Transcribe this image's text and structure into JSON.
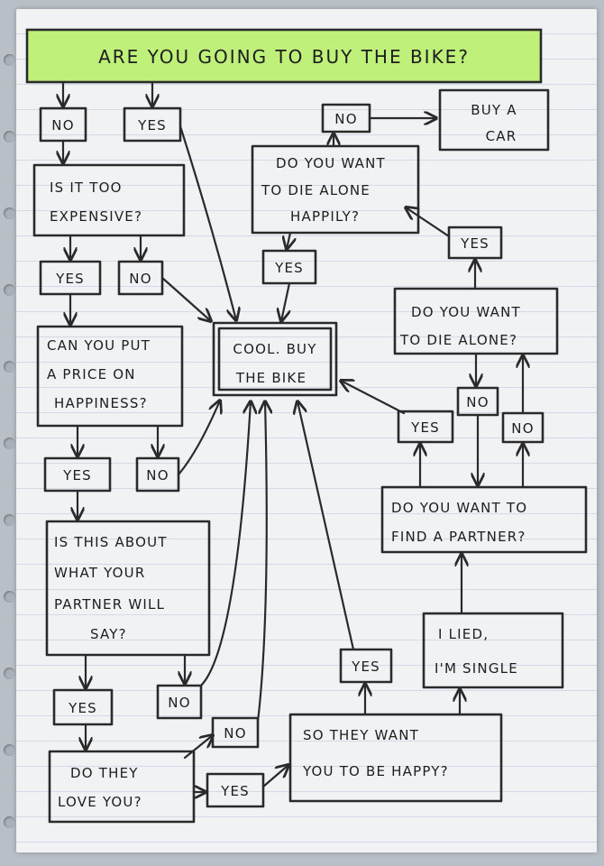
{
  "title": "ARE YOU GOING TO BUY THE BIKE?",
  "nodes": {
    "no_1": "NO",
    "yes_1": "YES",
    "too_expensive": [
      "IS IT TOO",
      "EXPENSIVE?"
    ],
    "yes_2": "YES",
    "no_2": "NO",
    "price_happiness": [
      "CAN YOU PUT",
      "A PRICE ON",
      "HAPPINESS?"
    ],
    "yes_3": "YES",
    "no_3": "NO",
    "about_partner": [
      "IS THIS ABOUT",
      "WHAT YOUR",
      "PARTNER WILL",
      "SAY?"
    ],
    "yes_4": "YES",
    "no_4": "NO",
    "love_you": [
      "DO THEY",
      "LOVE YOU?"
    ],
    "no_5": "NO",
    "yes_5": "YES",
    "buy_bike": [
      "COOL. BUY",
      "THE BIKE"
    ],
    "no_top": "NO",
    "buy_car": [
      "BUY A",
      "CAR"
    ],
    "die_alone_happily": [
      "DO YOU WANT",
      "TO DIE ALONE",
      "HAPPILY?"
    ],
    "yes_happily": "YES",
    "yes_right": "YES",
    "die_alone": [
      "DO YOU WANT",
      "TO DIE ALONE?"
    ],
    "no_mid": "NO",
    "yes_partner": "YES",
    "no_partner": "NO",
    "find_partner": [
      "DO YOU WANT TO",
      "FIND A PARTNER?"
    ],
    "lied_single": [
      "I LIED,",
      "I'M SINGLE"
    ],
    "yes_happy": "YES",
    "want_happy": [
      "SO THEY WANT",
      "YOU TO BE HAPPY?"
    ]
  }
}
